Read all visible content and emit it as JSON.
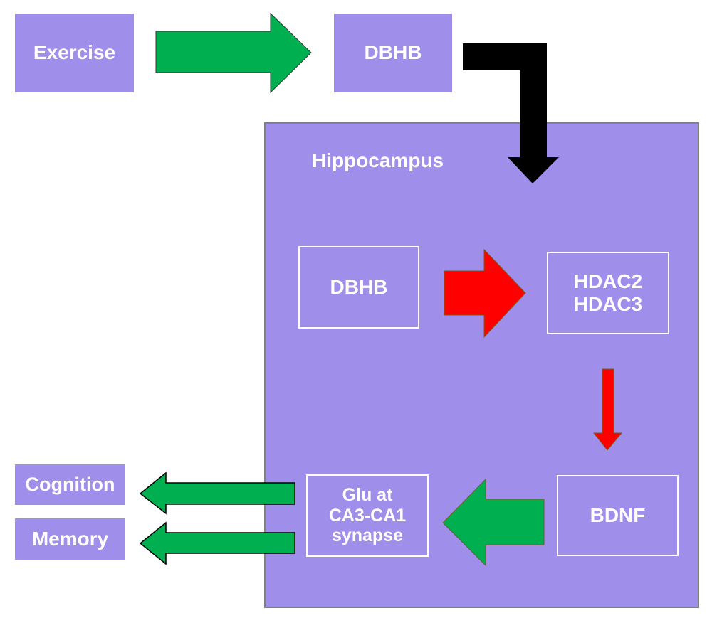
{
  "nodes": {
    "exercise": "Exercise",
    "dbhb_top": "DBHB",
    "hippocampus_title": "Hippocampus",
    "dbhb_inner": "DBHB",
    "hdac": "HDAC2\nHDAC3",
    "bdnf": "BDNF",
    "glu": "Glu at\nCA3-CA1\nsynapse",
    "cognition": "Cognition",
    "memory": "Memory"
  },
  "colors": {
    "box_fill": "#9f8fea",
    "green_arrow": "#00b050",
    "red_arrow": "#ff0000",
    "black_arrow": "#000000"
  }
}
